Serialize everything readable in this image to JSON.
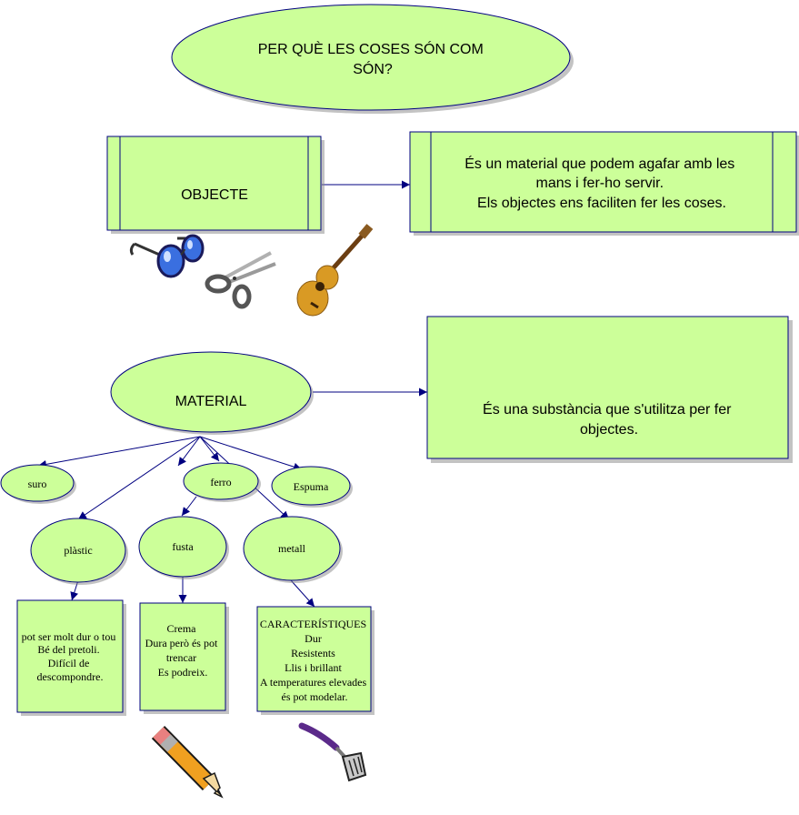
{
  "colors": {
    "fill": "#ccff99",
    "stroke": "#000080",
    "shadow": "#888888",
    "text": "#000000"
  },
  "nodes": {
    "title": {
      "lines": [
        "PER QUÈ LES COSES SÓN COM",
        "SÓN?"
      ]
    },
    "objecte": {
      "label": "OBJECTE"
    },
    "objecte_def": {
      "lines": [
        "És  un material que podem agafar amb les",
        "mans i fer-ho servir.",
        "Els objectes ens faciliten fer les coses."
      ]
    },
    "material": {
      "label": "MATERIAL"
    },
    "material_def": {
      "lines": [
        "És una substància que s'utilitza  per fer",
        "objectes."
      ]
    },
    "suro": {
      "label": "suro"
    },
    "ferro": {
      "label": "ferro"
    },
    "espuma": {
      "label": "Espuma"
    },
    "plastic": {
      "label": "plàstic"
    },
    "fusta": {
      "label": "fusta"
    },
    "metall": {
      "label": "metall"
    },
    "plastic_desc": {
      "lines": [
        "pot ser molt dur o tou",
        "Bé del pretoli.",
        "Difícil de",
        "descompondre."
      ]
    },
    "fusta_desc": {
      "lines": [
        "Crema",
        "Dura però és pot",
        "trencar",
        "Es podreix."
      ]
    },
    "metall_desc": {
      "lines": [
        "CARACTERÍSTIQUES",
        "Dur",
        "Resistents",
        "Llis i brillant",
        "A temperatures elevades",
        "és pot modelar."
      ]
    }
  },
  "icons": [
    "glasses-icon",
    "scissors-icon",
    "guitar-icon",
    "pencil-icon",
    "spatula-icon"
  ]
}
